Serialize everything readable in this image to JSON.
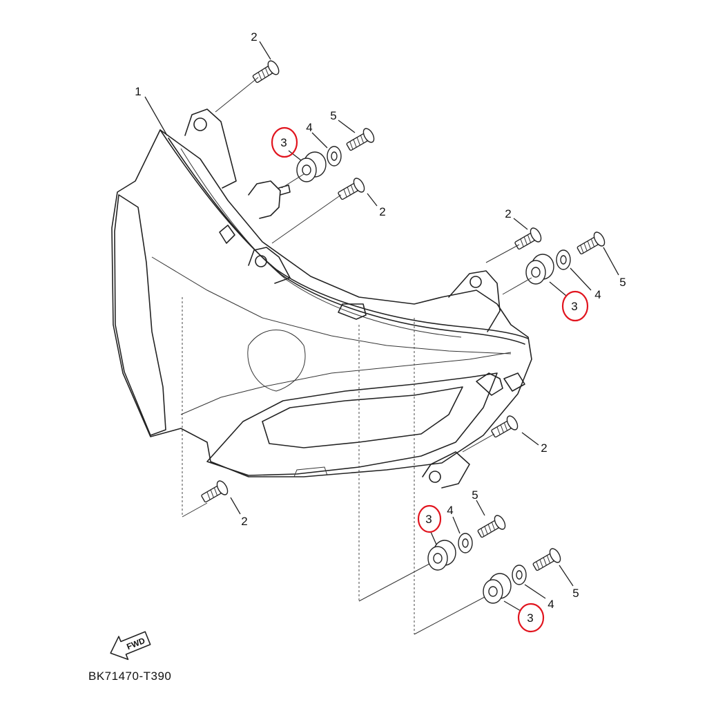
{
  "diagram": {
    "drawing_code": "BK71470-T390",
    "fwd_label": "FWD",
    "highlight_color": "#e1141e",
    "line_color": "#222222",
    "callouts": [
      {
        "id": "c1",
        "label": "1",
        "highlighted": false
      },
      {
        "id": "c2a",
        "label": "2",
        "highlighted": false
      },
      {
        "id": "c2b",
        "label": "2",
        "highlighted": false
      },
      {
        "id": "c2c",
        "label": "2",
        "highlighted": false
      },
      {
        "id": "c2d",
        "label": "2",
        "highlighted": false
      },
      {
        "id": "c2e",
        "label": "2",
        "highlighted": false
      },
      {
        "id": "c3a",
        "label": "3",
        "highlighted": true
      },
      {
        "id": "c4a",
        "label": "4",
        "highlighted": false
      },
      {
        "id": "c5a",
        "label": "5",
        "highlighted": false
      },
      {
        "id": "c5b",
        "label": "5",
        "highlighted": false
      },
      {
        "id": "c4b",
        "label": "4",
        "highlighted": false
      },
      {
        "id": "c3b",
        "label": "3",
        "highlighted": true
      },
      {
        "id": "c3c",
        "label": "3",
        "highlighted": true
      },
      {
        "id": "c4c",
        "label": "4",
        "highlighted": false
      },
      {
        "id": "c5c",
        "label": "5",
        "highlighted": false
      },
      {
        "id": "c5d",
        "label": "5",
        "highlighted": false
      },
      {
        "id": "c4d",
        "label": "4",
        "highlighted": false
      },
      {
        "id": "c3d",
        "label": "3",
        "highlighted": true
      }
    ]
  }
}
